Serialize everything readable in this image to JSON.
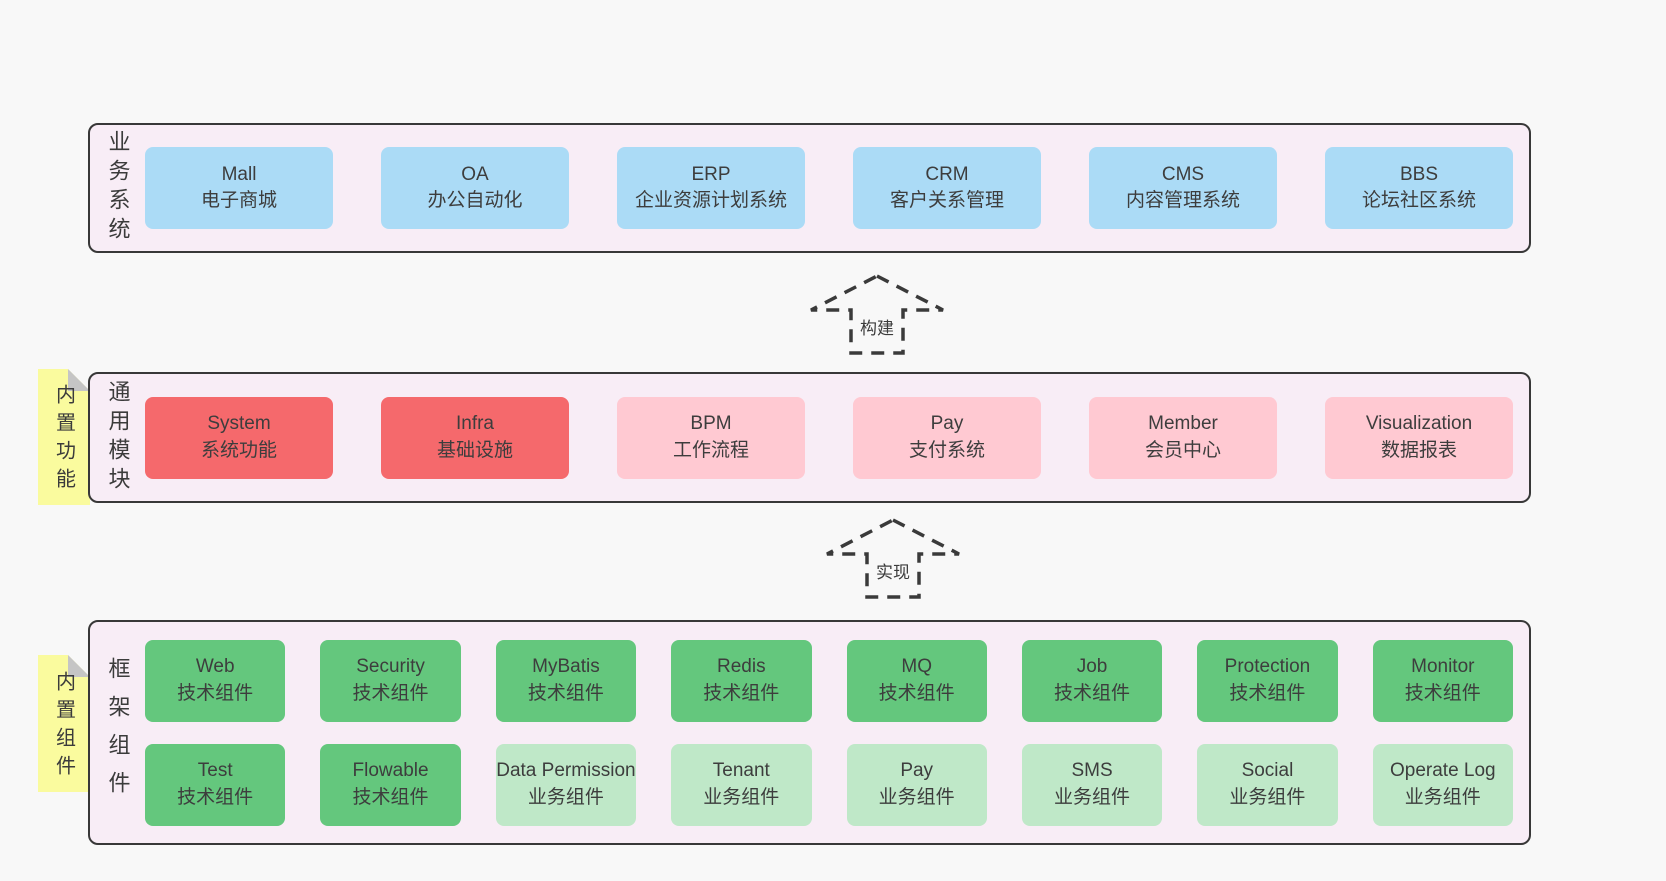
{
  "colors": {
    "page_background": "#f8f8f8",
    "panel_background": "#f8edf6",
    "panel_border": "#383838",
    "business_box": "#abdbf6",
    "core_module_box": "#f5696c",
    "optional_module_box": "#ffc9d2",
    "tech_component_box": "#64c77d",
    "biz_component_box": "#bfe8c8",
    "sticky_note": "#fafb9e",
    "sticky_fold": "#c5c5c5",
    "text": "#3d3d3d"
  },
  "arrows": [
    {
      "label": "构建"
    },
    {
      "label": "实现"
    }
  ],
  "layers": [
    {
      "label": "业务系统",
      "boxes": [
        {
          "title": "Mall",
          "subtitle": "电子商城"
        },
        {
          "title": "OA",
          "subtitle": "办公自动化"
        },
        {
          "title": "ERP",
          "subtitle": "企业资源计划系统"
        },
        {
          "title": "CRM",
          "subtitle": "客户关系管理"
        },
        {
          "title": "CMS",
          "subtitle": "内容管理系统"
        },
        {
          "title": "BBS",
          "subtitle": "论坛社区系统"
        }
      ]
    },
    {
      "label": "通用模块",
      "sticky": "内置功能",
      "boxes": [
        {
          "title": "System",
          "subtitle": "系统功能"
        },
        {
          "title": "Infra",
          "subtitle": "基础设施"
        },
        {
          "title": "BPM",
          "subtitle": "工作流程"
        },
        {
          "title": "Pay",
          "subtitle": "支付系统"
        },
        {
          "title": "Member",
          "subtitle": "会员中心"
        },
        {
          "title": "Visualization",
          "subtitle": "数据报表"
        }
      ]
    },
    {
      "label": "框架组件",
      "sticky": "内置组件",
      "rows": [
        [
          {
            "title": "Web",
            "subtitle": "技术组件"
          },
          {
            "title": "Security",
            "subtitle": "技术组件"
          },
          {
            "title": "MyBatis",
            "subtitle": "技术组件"
          },
          {
            "title": "Redis",
            "subtitle": "技术组件"
          },
          {
            "title": "MQ",
            "subtitle": "技术组件"
          },
          {
            "title": "Job",
            "subtitle": "技术组件"
          },
          {
            "title": "Protection",
            "subtitle": "技术组件"
          },
          {
            "title": "Monitor",
            "subtitle": "技术组件"
          }
        ],
        [
          {
            "title": "Test",
            "subtitle": "技术组件"
          },
          {
            "title": "Flowable",
            "subtitle": "技术组件"
          },
          {
            "title": "Data Permission",
            "subtitle": "业务组件"
          },
          {
            "title": "Tenant",
            "subtitle": "业务组件"
          },
          {
            "title": "Pay",
            "subtitle": "业务组件"
          },
          {
            "title": "SMS",
            "subtitle": "业务组件"
          },
          {
            "title": "Social",
            "subtitle": "业务组件"
          },
          {
            "title": "Operate Log",
            "subtitle": "业务组件"
          }
        ]
      ]
    }
  ]
}
